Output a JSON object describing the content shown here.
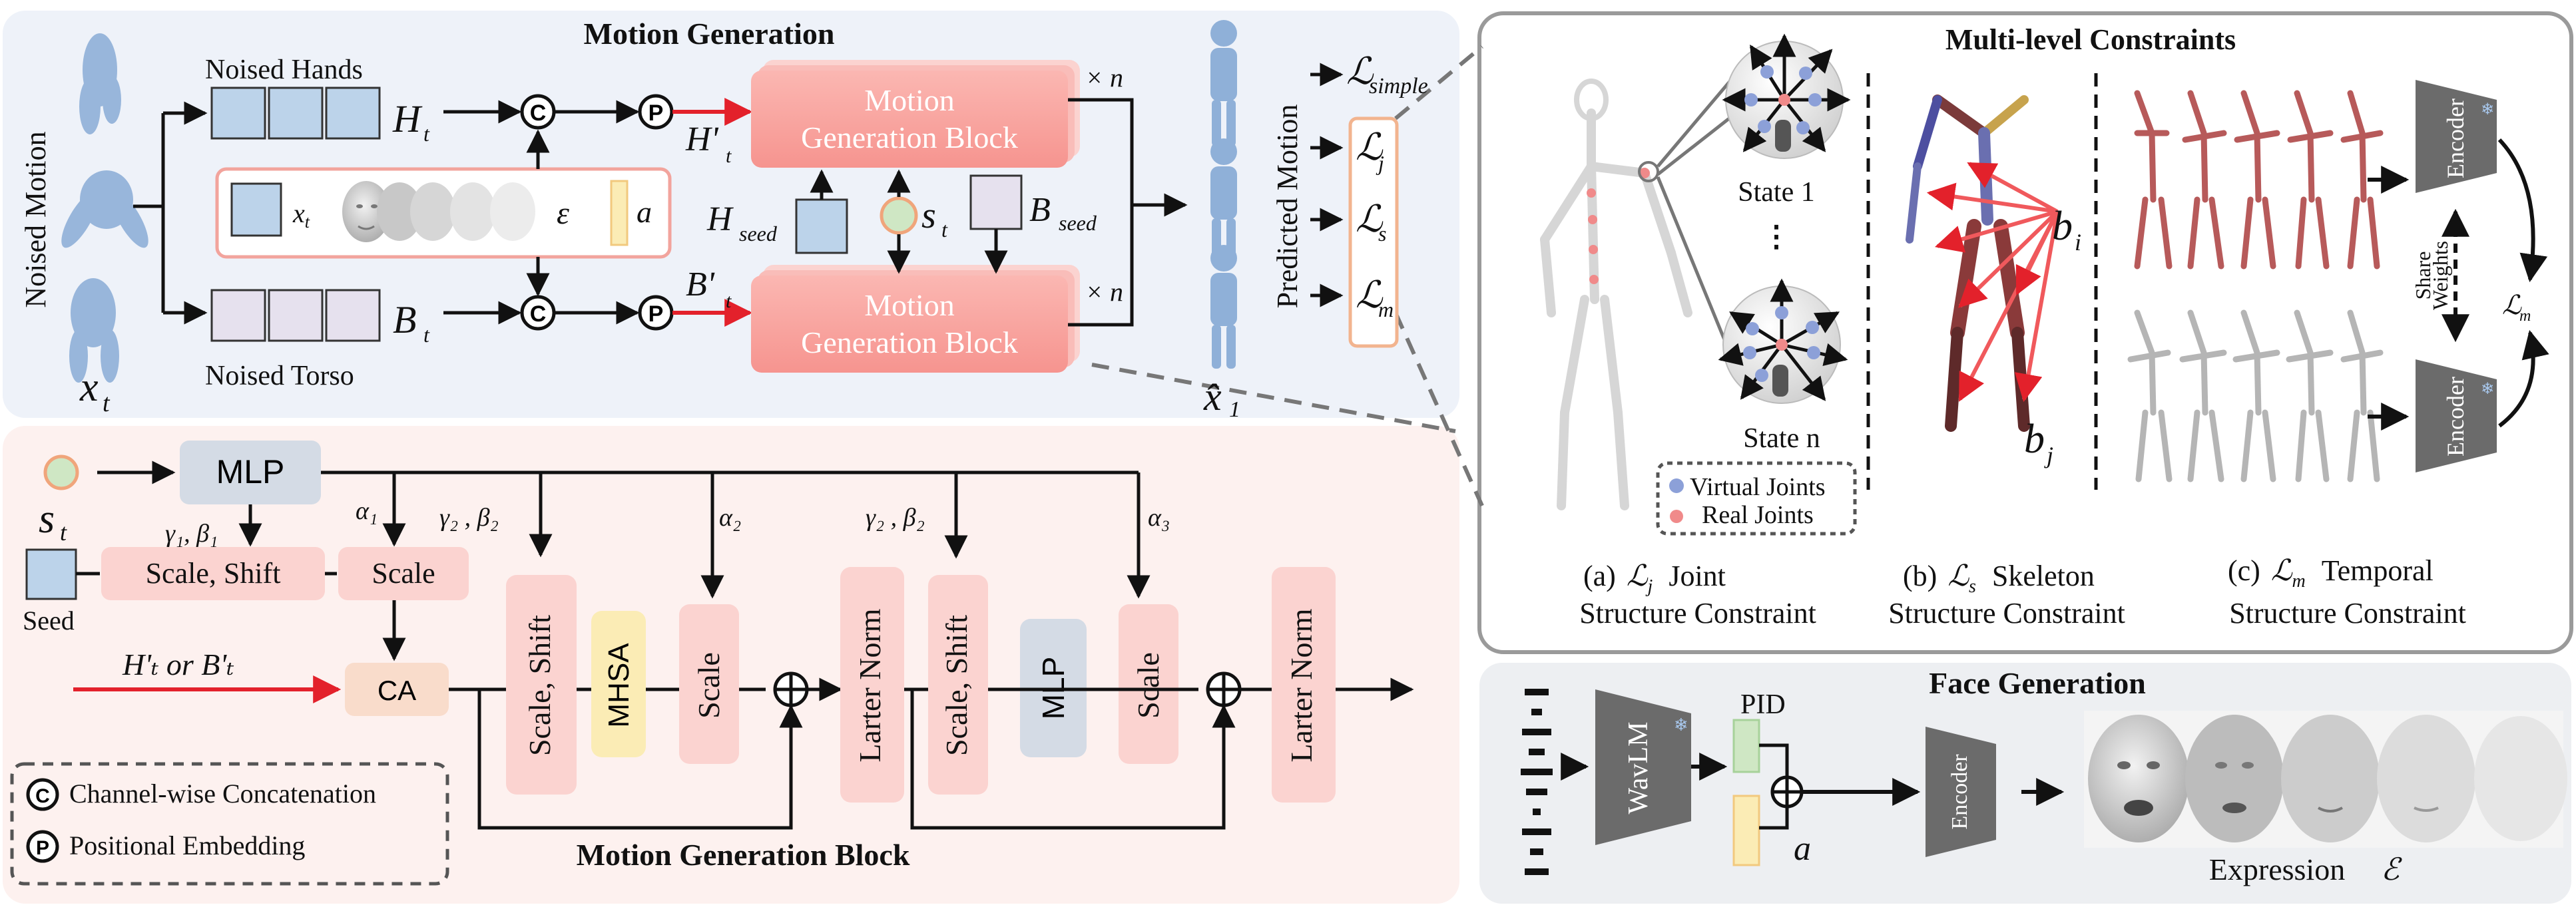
{
  "motion_generation": {
    "title": "Motion Generation",
    "noised_motion_label": "Noised Motion",
    "noised_hands_label": "Noised Hands",
    "noised_torso_label": "Noised Torso",
    "x_t": "x",
    "x_t_sub": "t",
    "H_t": "H",
    "B_t": "B",
    "t_sub": "t",
    "H_prime": "H'",
    "B_prime": "B'",
    "epsilon": "ε",
    "a": "a",
    "H_seed": "H",
    "B_seed": "B",
    "seed_sub": "seed",
    "s_t": "s",
    "block_line1": "Motion",
    "block_line2": "Generation Block",
    "times_n": "× n",
    "x_hat": "x̂",
    "x_hat_sub": "1",
    "predicted_motion_label": "Predicted Motion",
    "loss_simple": "ℒ",
    "loss_simple_sub": "simple",
    "loss_j": "ℒ",
    "loss_j_sub": "j",
    "loss_s": "ℒ",
    "loss_s_sub": "s",
    "loss_m": "ℒ",
    "loss_m_sub": "m",
    "concat_symbol": "C",
    "pos_symbol": "P"
  },
  "multi_level": {
    "title": "Multi-level Constraints",
    "state1": "State 1",
    "dots": "⋮",
    "staten": "State n",
    "virtual_joints": "Virtual Joints",
    "real_joints": "Real Joints",
    "b_i": "b",
    "b_i_sub": "i",
    "b_j": "b",
    "b_j_sub": "j",
    "encoder": "Encoder",
    "share_weights_1": "Share",
    "share_weights_2": "Weights",
    "lm": "ℒ",
    "lm_sub": "m",
    "caption_a_prefix": "(a)",
    "caption_a_word": "Joint",
    "caption_a_line2": "Structure Constraint",
    "caption_b_prefix": "(b)",
    "caption_b_word": "Skeleton",
    "caption_b_line2": "Structure Constraint",
    "caption_c_prefix": "(c)",
    "caption_c_word": "Temporal",
    "caption_c_line2": "Structure Constraint"
  },
  "block_detail": {
    "title": "Motion Generation Block",
    "s_t": "s",
    "s_t_sub": "t",
    "mlp": "MLP",
    "gamma1_beta1": "γ₁, β₁",
    "alpha1": "α₁",
    "gamma2_beta2_a": "γ₂ , β₂",
    "alpha2": "α₂",
    "gamma2_beta2_b": "γ₂ , β₂",
    "alpha3": "α₃",
    "scale_shift": "Scale, Shift",
    "scale": "Scale",
    "seed": "Seed",
    "input_label": "H'ₜ  or  B'ₜ",
    "ca": "CA",
    "mhsa": "MHSA",
    "layer_norm": "Larter Norm",
    "mlp_inner": "MLP",
    "legend_concat": "Channel-wise Concatenation",
    "legend_pos": "Positional Embedding"
  },
  "face_generation": {
    "title": "Face Generation",
    "wavlm": "WavLM",
    "pid": "PID",
    "a": "a",
    "encoder": "Encoder",
    "expression_label": "Expression",
    "expression_symbol": "ℰ"
  },
  "colors": {
    "panel_top_bg": "#eef2f9",
    "panel_bottom_bg": "#fdf1ef",
    "panel_right_bg": "#ffffff",
    "panel_face_bg": "#edeff2",
    "pink_block": "#f9a9a5",
    "blue_square": "#bcd3ea",
    "lavender_square": "#e6e1ee",
    "red_arrow": "#e3212b",
    "orange_outline": "#f2b48f",
    "encoder_gray": "#6b6b6b",
    "light_pink_box": "#fbd3d0",
    "yellow_box": "#fbecb5",
    "gray_box": "#d4dbe5",
    "ca_box": "#f9dccb"
  }
}
